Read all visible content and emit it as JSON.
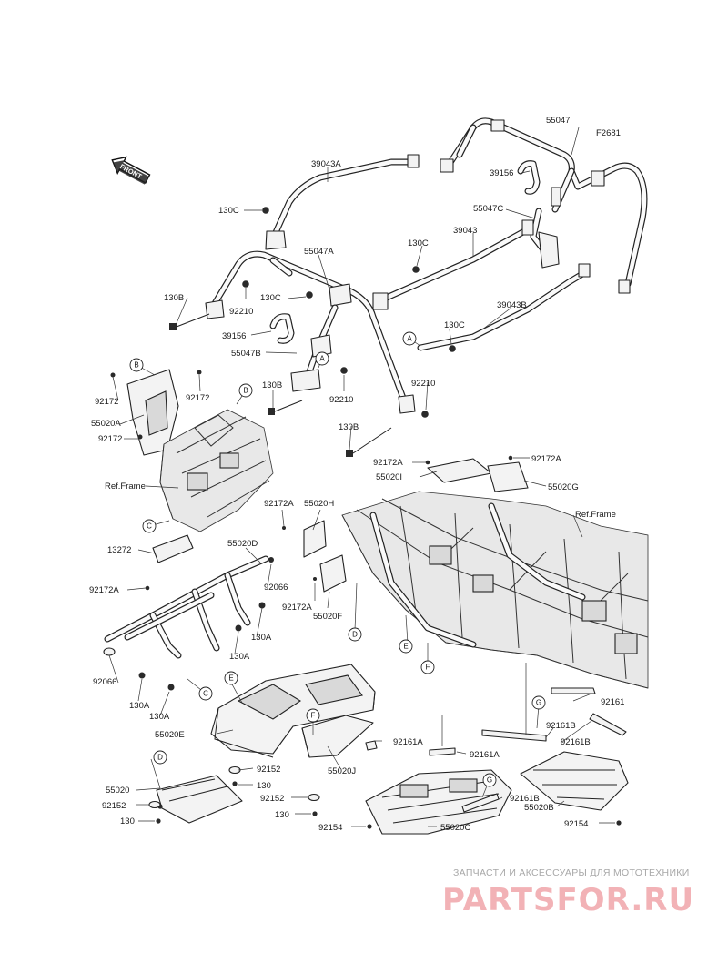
{
  "figure_code": "F2681",
  "front_label": "FRONT",
  "ref_frame_labels": [
    "Ref.Frame",
    "Ref.Frame"
  ],
  "callout_letters": [
    "A",
    "A",
    "B",
    "B",
    "C",
    "C",
    "D",
    "D",
    "E",
    "E",
    "F",
    "F",
    "G",
    "G"
  ],
  "part_labels": [
    "55047",
    "39156",
    "55047C",
    "39043A",
    "130C",
    "39043",
    "130C",
    "55047A",
    "130B",
    "92210",
    "130C",
    "39156",
    "55047B",
    "39043B",
    "130C",
    "92210",
    "92172",
    "92172",
    "130B",
    "92210",
    "55020A",
    "92172",
    "130B",
    "92172A",
    "92172A",
    "55020I",
    "55020G",
    "92172A",
    "55020H",
    "13272",
    "55020D",
    "92066",
    "92172A",
    "92172A",
    "55020F",
    "130A",
    "130A",
    "92066",
    "130A",
    "130A",
    "55020E",
    "92152",
    "130",
    "55020J",
    "92161A",
    "92161A",
    "92161",
    "92161B",
    "92161B",
    "55020",
    "92152",
    "130",
    "92152",
    "130",
    "92161B",
    "55020B",
    "92154",
    "92154",
    "55020C"
  ],
  "watermark": {
    "top_text": "ЗАПЧАСТИ И АКСЕССУАРЫ ДЛЯ МОТОТЕХНИКИ",
    "logo_text": "PARTSFOR.RU"
  }
}
